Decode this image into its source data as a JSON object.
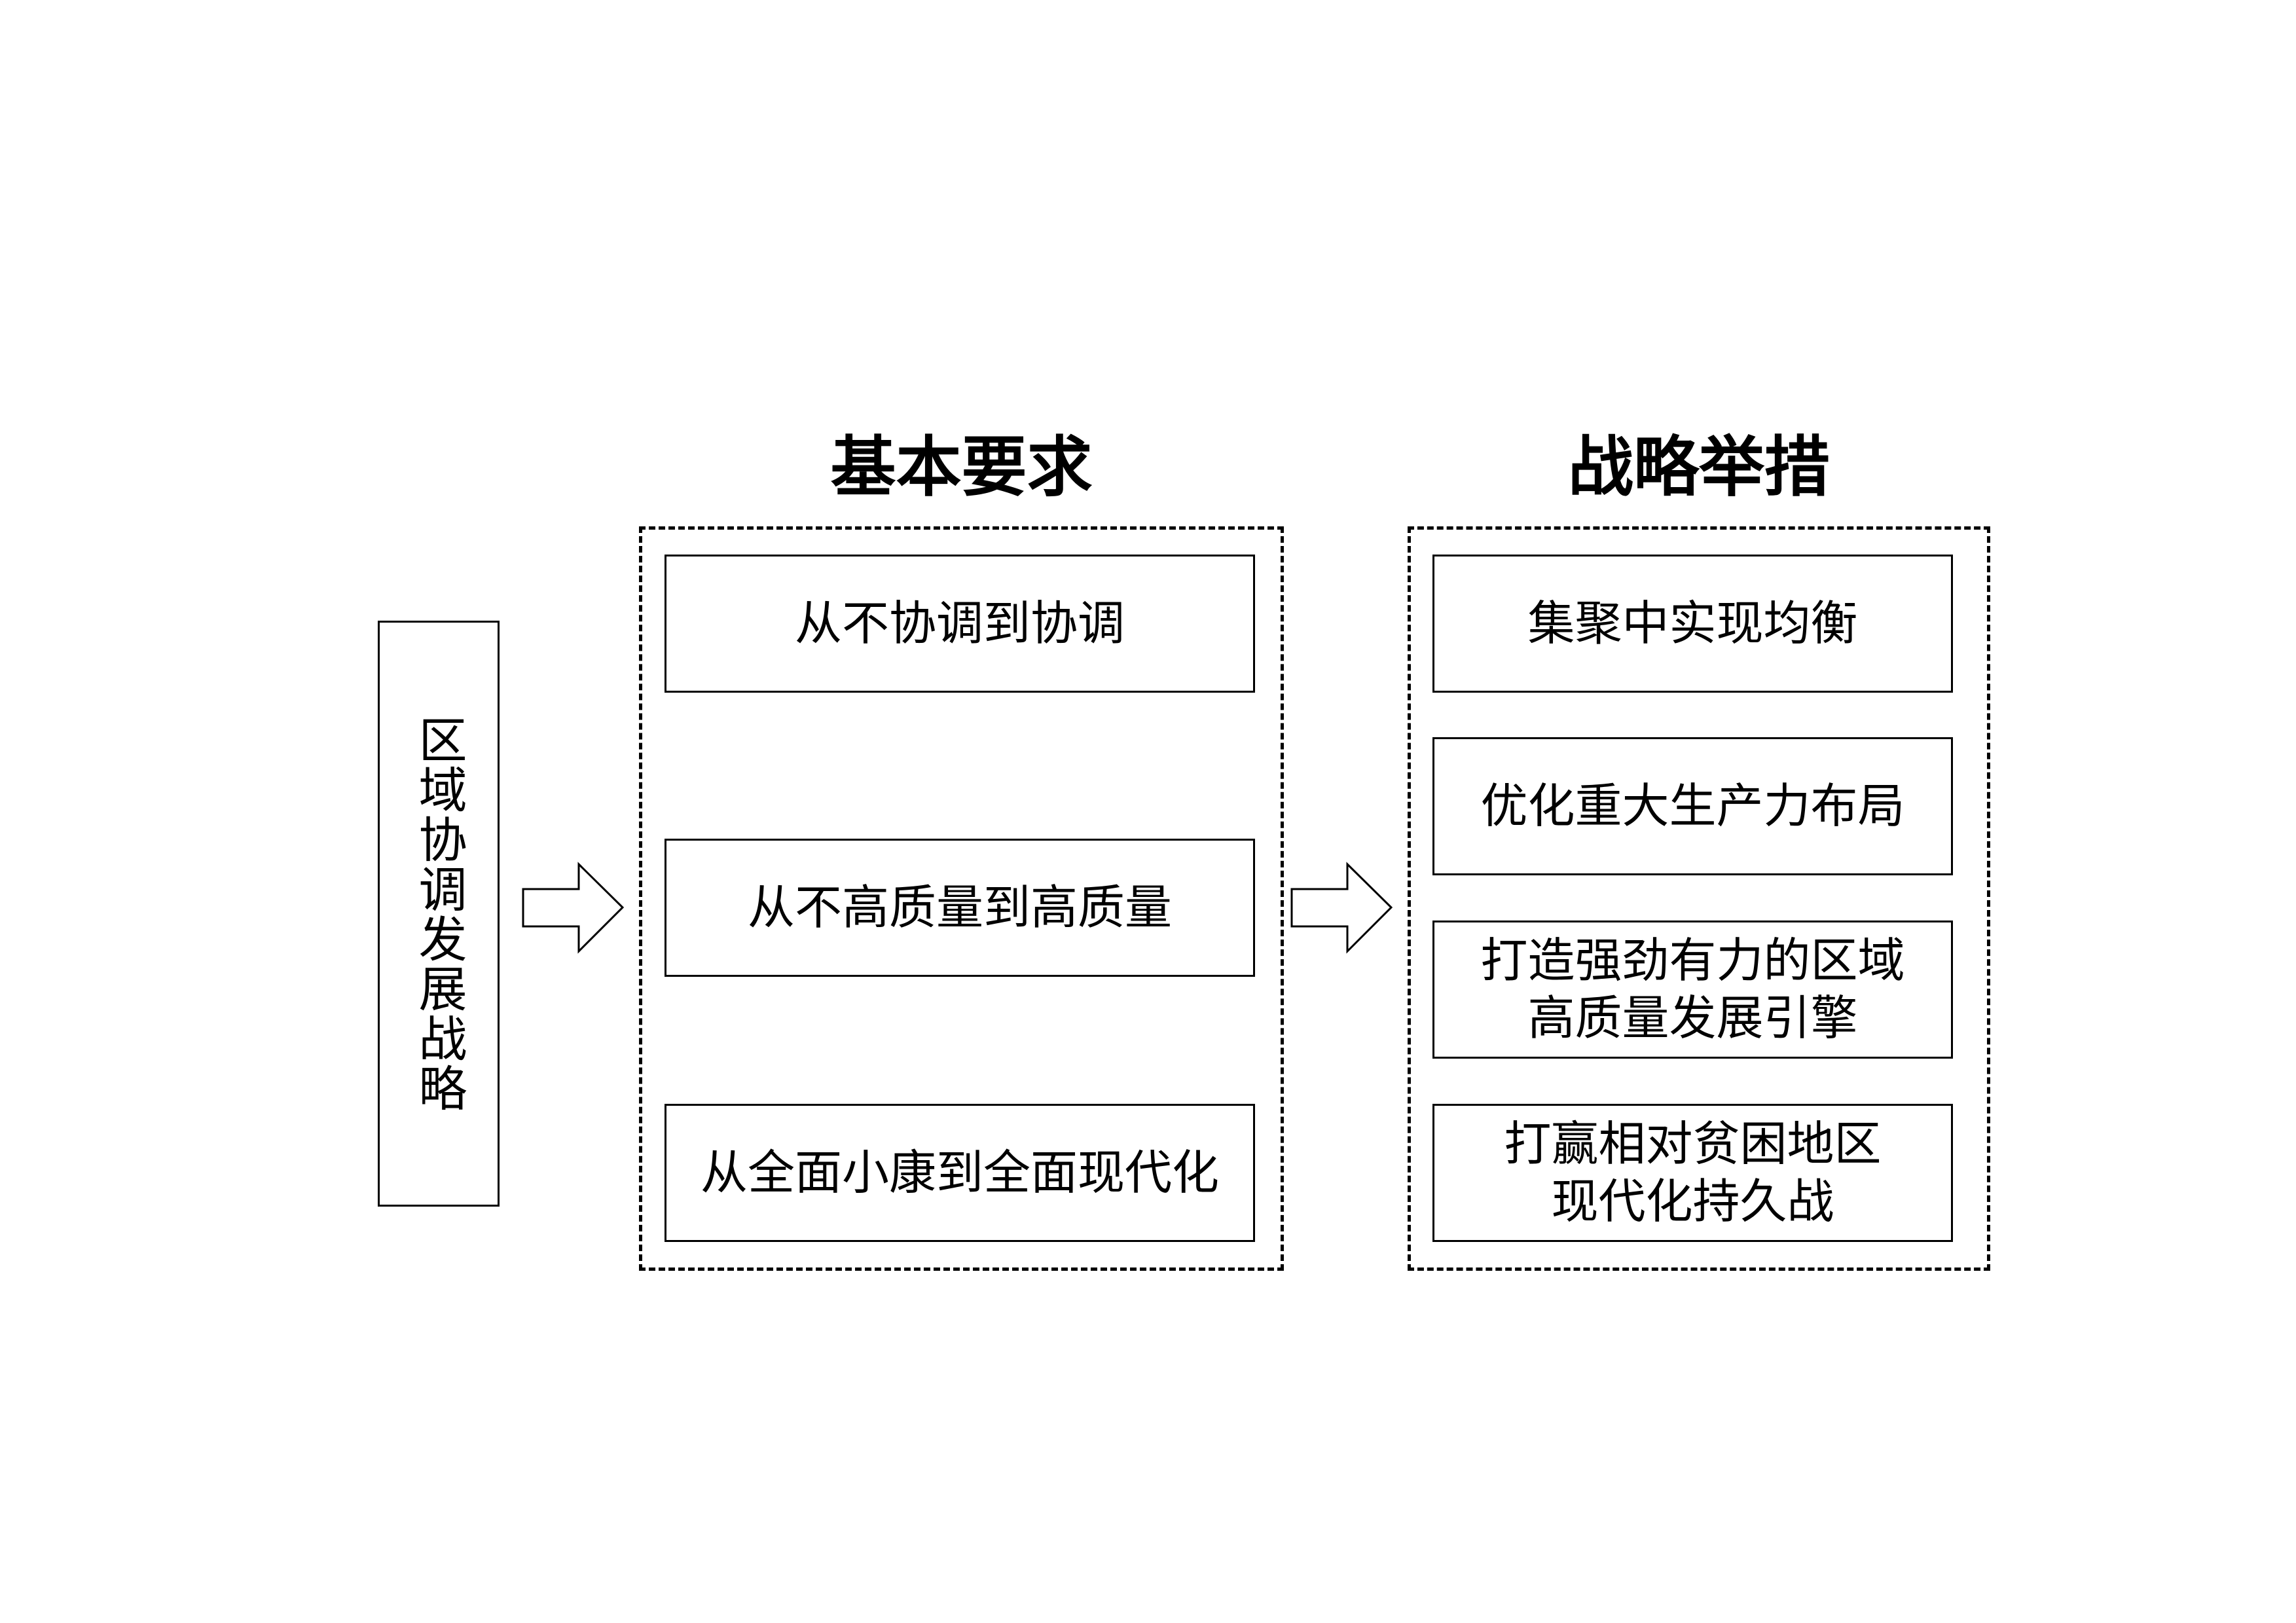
{
  "strategy": {
    "label": "区域协调发展战略"
  },
  "requirements": {
    "heading": "基本要求",
    "items": [
      "从不协调到协调",
      "从不高质量到高质量",
      "从全面小康到全面现代化"
    ]
  },
  "measures": {
    "heading": "战略举措",
    "items": [
      {
        "line1": "集聚中实现均衡",
        "line2": ""
      },
      {
        "line1": "优化重大生产力布局",
        "line2": ""
      },
      {
        "line1": "打造强劲有力的区域",
        "line2": "高质量发展引擎"
      },
      {
        "line1": "打赢相对贫困地区",
        "line2": "现代化持久战"
      }
    ]
  },
  "colors": {
    "stroke": "#000000",
    "background": "#ffffff"
  }
}
